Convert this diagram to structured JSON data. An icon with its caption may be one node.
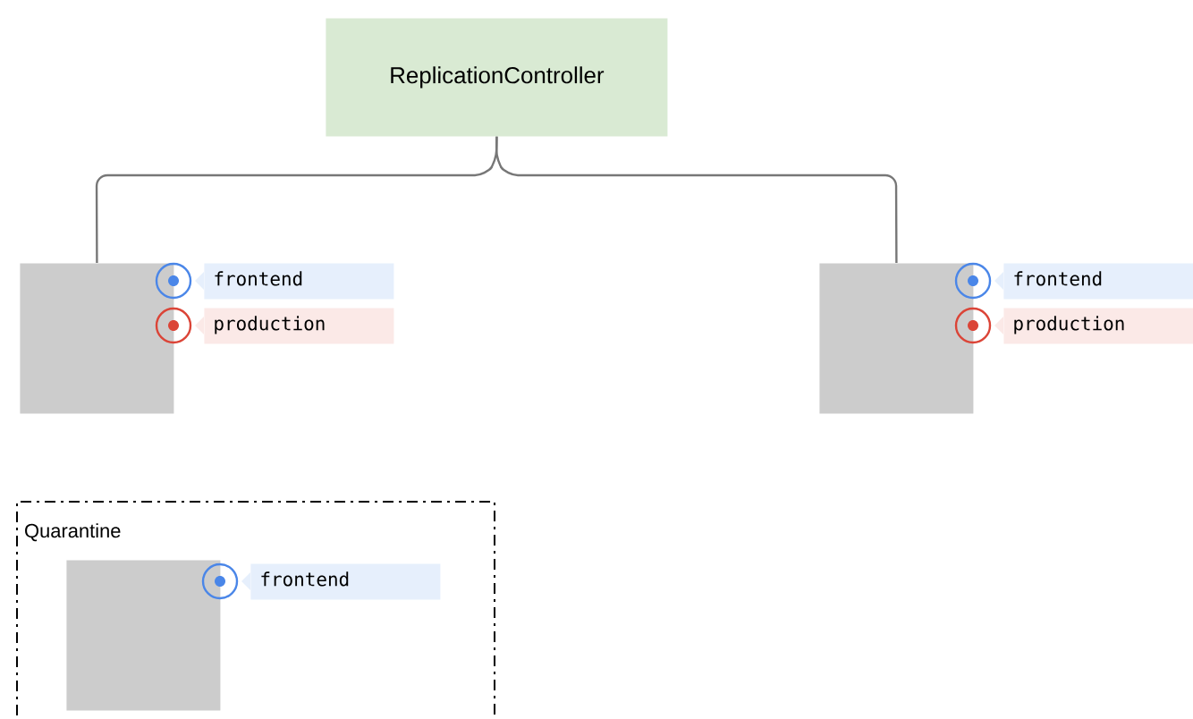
{
  "diagram": {
    "nodes": [
      {
        "text": [
          "ReplicationController"
        ]
      },
      {
        "text": [],
        "shape": "box"
      },
      {
        "text": [
          "frontend"
        ]
      },
      {
        "text": [
          "production"
        ]
      },
      {
        "text": [],
        "shape": "box"
      },
      {
        "text": [
          "frontend"
        ]
      },
      {
        "text": [
          "production"
        ]
      },
      {
        "text": [
          "Quarantine"
        ]
      },
      {
        "text": [],
        "shape": "box",
        "in": 7
      },
      {
        "text": [
          "frontend"
        ],
        "in": 7
      }
    ],
    "edges": [
      {
        "from": 0,
        "to": 1,
        "arrow": "none"
      },
      {
        "from": 0,
        "to": 4,
        "arrow": "none"
      }
    ]
  }
}
